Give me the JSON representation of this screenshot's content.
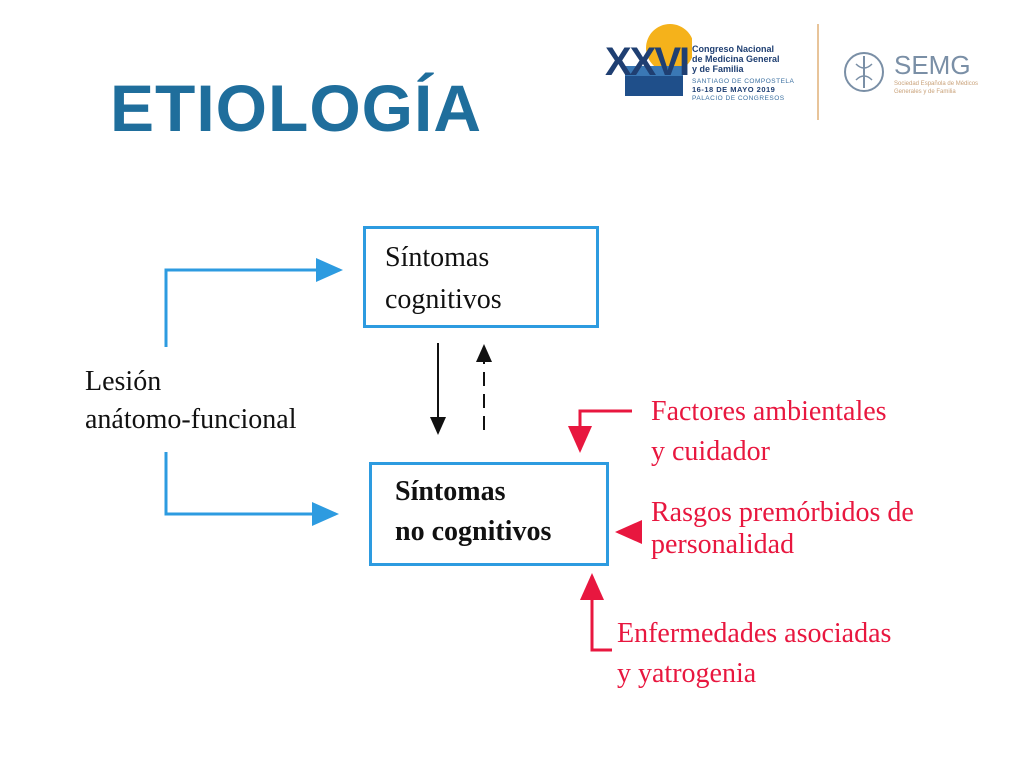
{
  "title": "ETIOLOGÍA",
  "logos": {
    "congress": {
      "numeral": "XXVI",
      "lines": [
        "Congreso Nacional",
        "de Medicina General",
        "y de Familia"
      ],
      "city": "SANTIAGO DE COMPOSTELA",
      "dates": "16-18 DE MAYO 2019",
      "venue": "PALACIO DE CONGRESOS"
    },
    "semg": {
      "name": "SEMG",
      "sub1": "Sociedad Española de Médicos",
      "sub2": "Generales y de Familia"
    }
  },
  "nodes": {
    "lesion": [
      "Lesión",
      "anátomo-funcional"
    ],
    "cognitive": [
      "Síntomas",
      "cognitivos"
    ],
    "non_cognitive": [
      "Síntomas",
      "no cognitivos"
    ],
    "environmental": [
      "Factores ambientales",
      "y cuidador"
    ],
    "premorbid": [
      "Rasgos premórbidos de",
      "personalidad"
    ],
    "diseases": [
      "Enfermedades asociadas",
      "y yatrogenia"
    ]
  },
  "colors": {
    "title": "#1f6e9c",
    "box_border": "#2d9be0",
    "connector_blue": "#2d9be0",
    "factor_red": "#e8173f",
    "text": "#111111"
  }
}
